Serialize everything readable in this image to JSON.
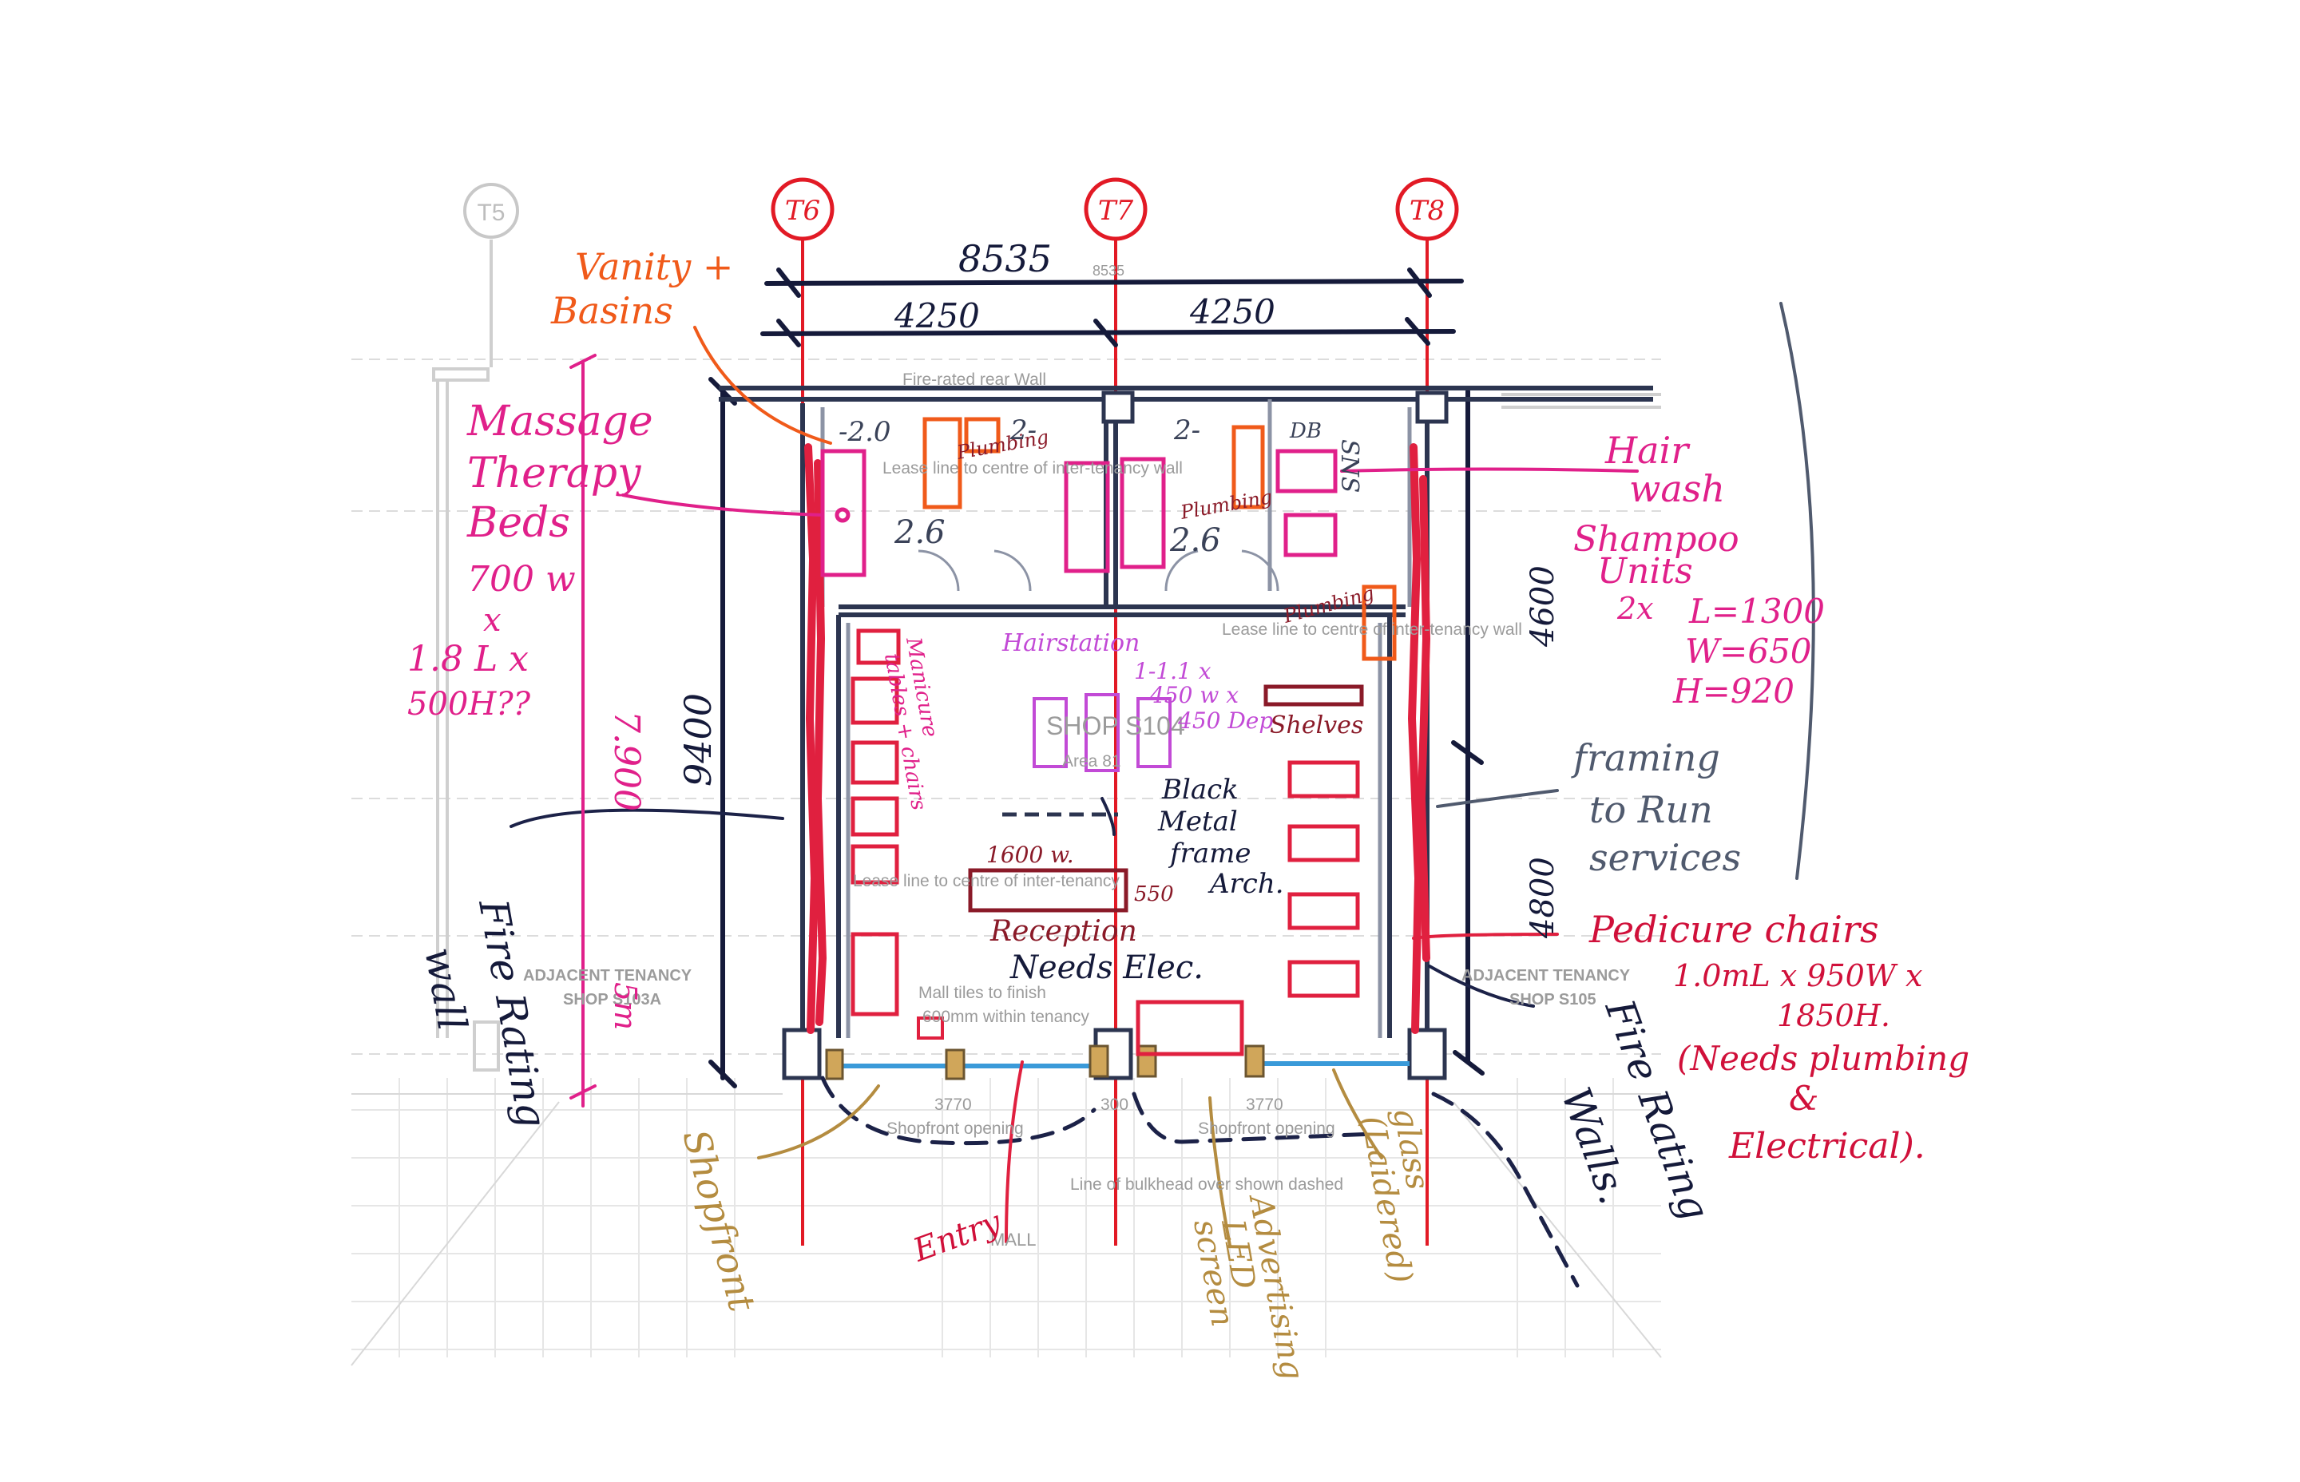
{
  "grid_markers": [
    {
      "label": "T5"
    },
    {
      "label": "T6"
    },
    {
      "label": "T7"
    },
    {
      "label": "T8"
    }
  ],
  "dimensions": {
    "overall": "8535",
    "overall_faint": "8535",
    "bay_left": "4250",
    "bay_right": "4250",
    "depth_total": "9400",
    "depth_left": "7.900",
    "depth_right_upper": "4600",
    "depth_right_lower": "4800",
    "frontage_left": "3770",
    "frontage_mid": "300",
    "frontage_right": "3770"
  },
  "cad_labels": {
    "rear_wall": "Fire-rated rear Wall",
    "lease_line_upper": "Lease line to centre of inter-tenancy wall",
    "lease_line_upper_right": "Lease line to centre of inter-tenancy wall",
    "lease_line_lower": "Lease line to centre of inter-tenancy",
    "shop": "SHOP S104",
    "area": "Area 81",
    "adjacent_left_1": "ADJACENT TENANCY",
    "adjacent_left_2": "SHOP S103A",
    "adjacent_right_1": "ADJACENT TENANCY",
    "adjacent_right_2": "SHOP S105",
    "mall_tiles_1": "Mall tiles to finish",
    "mall_tiles_2": "600mm within tenancy",
    "shopfront_left": "Shopfront opening",
    "shopfront_right": "Shopfront opening",
    "bulkhead": "Line of bulkhead over shown dashed",
    "mall": "MALL"
  },
  "annotations": {
    "vanity": [
      "Vanity +",
      "Basins"
    ],
    "massage": [
      "Massage",
      "Therapy",
      "Beds",
      "700 w",
      "x",
      "1.8 L x",
      "500H??"
    ],
    "hairwash": [
      "Hair",
      "wash"
    ],
    "shampoo": [
      "Shampoo",
      "Units",
      "2x",
      "L=1300",
      "W=650",
      "H=920"
    ],
    "framing": [
      "framing",
      "to Run",
      "services"
    ],
    "pedicure": [
      "Pedicure chairs",
      "1.0mL x 950W x",
      "1850H.",
      "(Needs plumbing",
      "&",
      "Electrical)."
    ],
    "fire_left": [
      "Fire Rating",
      "wall"
    ],
    "fire_right": [
      "Fire Rating",
      "Walls."
    ],
    "shopfront": "Shopfront",
    "entry": "Entry",
    "advertising": [
      "Advertising",
      "LED",
      "screen"
    ],
    "glass": [
      "glass",
      "(Laidered)"
    ],
    "manicure": [
      "Manicure",
      "tables + chairs"
    ],
    "hairstation": [
      "Hairstation",
      "1-1.1 x",
      "450 w x",
      "450 Dep"
    ],
    "shelves": "Shelves",
    "plumbing_1": "Plumbing",
    "plumbing_2": "Plumbing",
    "plumbing_3": "Plumbing",
    "reception_size_w": "1600 w.",
    "reception_size_d": "550",
    "reception": "Reception",
    "needs_elec": "Needs Elec.",
    "black_metal": [
      "Black",
      "Metal",
      "frame",
      "Arch."
    ],
    "ceiling_left": "2.6",
    "ceiling_right": "2.6",
    "room_tag_1": "-2.0",
    "room_tag_2": "2-",
    "room_tag_3": "2-",
    "db": "DB",
    "doors_mark": "SNS",
    "depth_mark_5m": "5m"
  }
}
